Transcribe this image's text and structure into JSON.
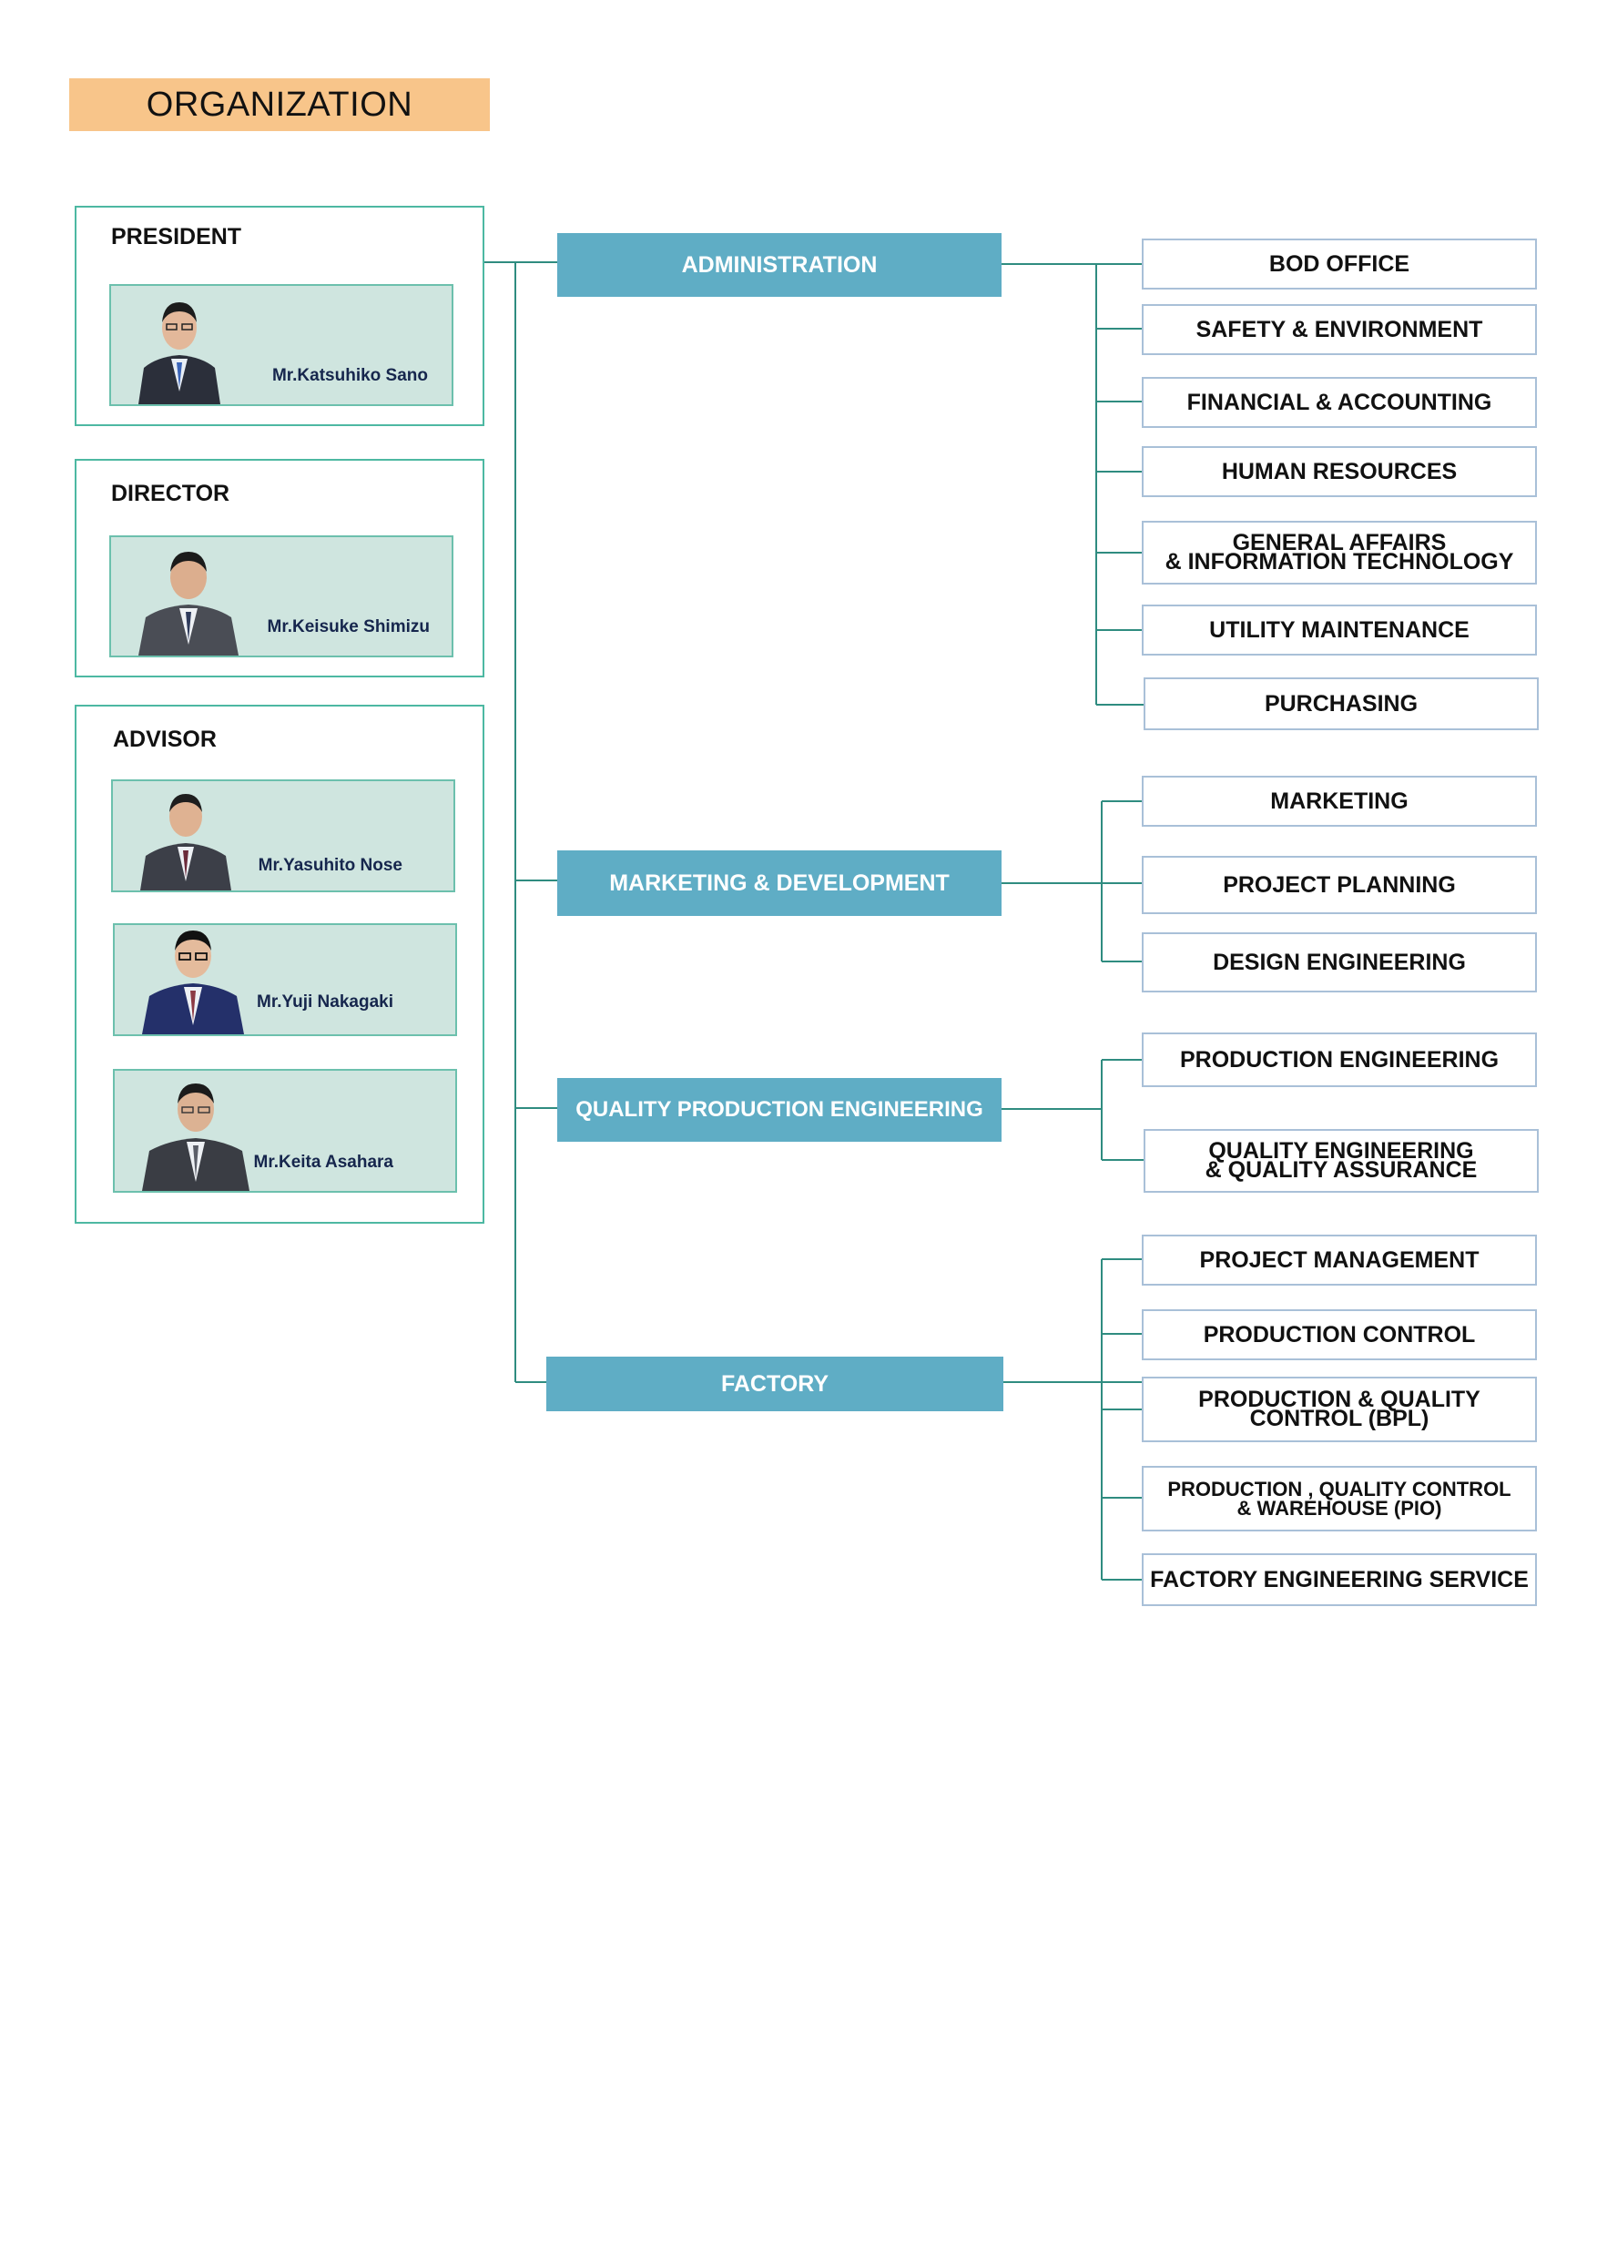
{
  "title": "ORGANIZATION",
  "executives": {
    "president": {
      "role": "PRESIDENT",
      "people": [
        {
          "name": "Mr.Katsuhiko Sano"
        }
      ]
    },
    "director": {
      "role": "DIRECTOR",
      "people": [
        {
          "name": "Mr.Keisuke Shimizu"
        }
      ]
    },
    "advisor": {
      "role": "ADVISOR",
      "people": [
        {
          "name": "Mr.Yasuhito Nose"
        },
        {
          "name": "Mr.Yuji  Nakagaki"
        },
        {
          "name": "Mr.Keita Asahara"
        }
      ]
    }
  },
  "departments": [
    {
      "name": "ADMINISTRATION",
      "units": [
        {
          "name": "BOD OFFICE"
        },
        {
          "name": "SAFETY & ENVIRONMENT"
        },
        {
          "name": "FINANCIAL & ACCOUNTING"
        },
        {
          "name": "HUMAN RESOURCES"
        },
        {
          "name": "GENERAL AFFAIRS\n& INFORMATION TECHNOLOGY"
        },
        {
          "name": "UTILITY MAINTENANCE"
        },
        {
          "name": "PURCHASING"
        }
      ]
    },
    {
      "name": "MARKETING & DEVELOPMENT",
      "units": [
        {
          "name": "MARKETING"
        },
        {
          "name": "PROJECT PLANNING"
        },
        {
          "name": "DESIGN ENGINEERING"
        }
      ]
    },
    {
      "name": "QUALITY PRODUCTION ENGINEERING",
      "units": [
        {
          "name": "PRODUCTION ENGINEERING"
        },
        {
          "name": "QUALITY ENGINEERING\n& QUALITY ASSURANCE"
        }
      ]
    },
    {
      "name": "FACTORY",
      "units": [
        {
          "name": "PROJECT MANAGEMENT"
        },
        {
          "name": "PRODUCTION CONTROL"
        },
        {
          "name": "PRODUCTION & QUALITY\nCONTROL (BPL)"
        },
        {
          "name": "PRODUCTION , QUALITY  CONTROL\n& WAREHOUSE (PIO)"
        },
        {
          "name": "FACTORY ENGINEERING SERVICE"
        }
      ]
    }
  ],
  "colors": {
    "title_bg": "#f8c58a",
    "department_bg": "#5fadc5",
    "executive_border": "#4db8a2",
    "person_bg": "#cfe5df",
    "connector": "#2f8c80"
  }
}
